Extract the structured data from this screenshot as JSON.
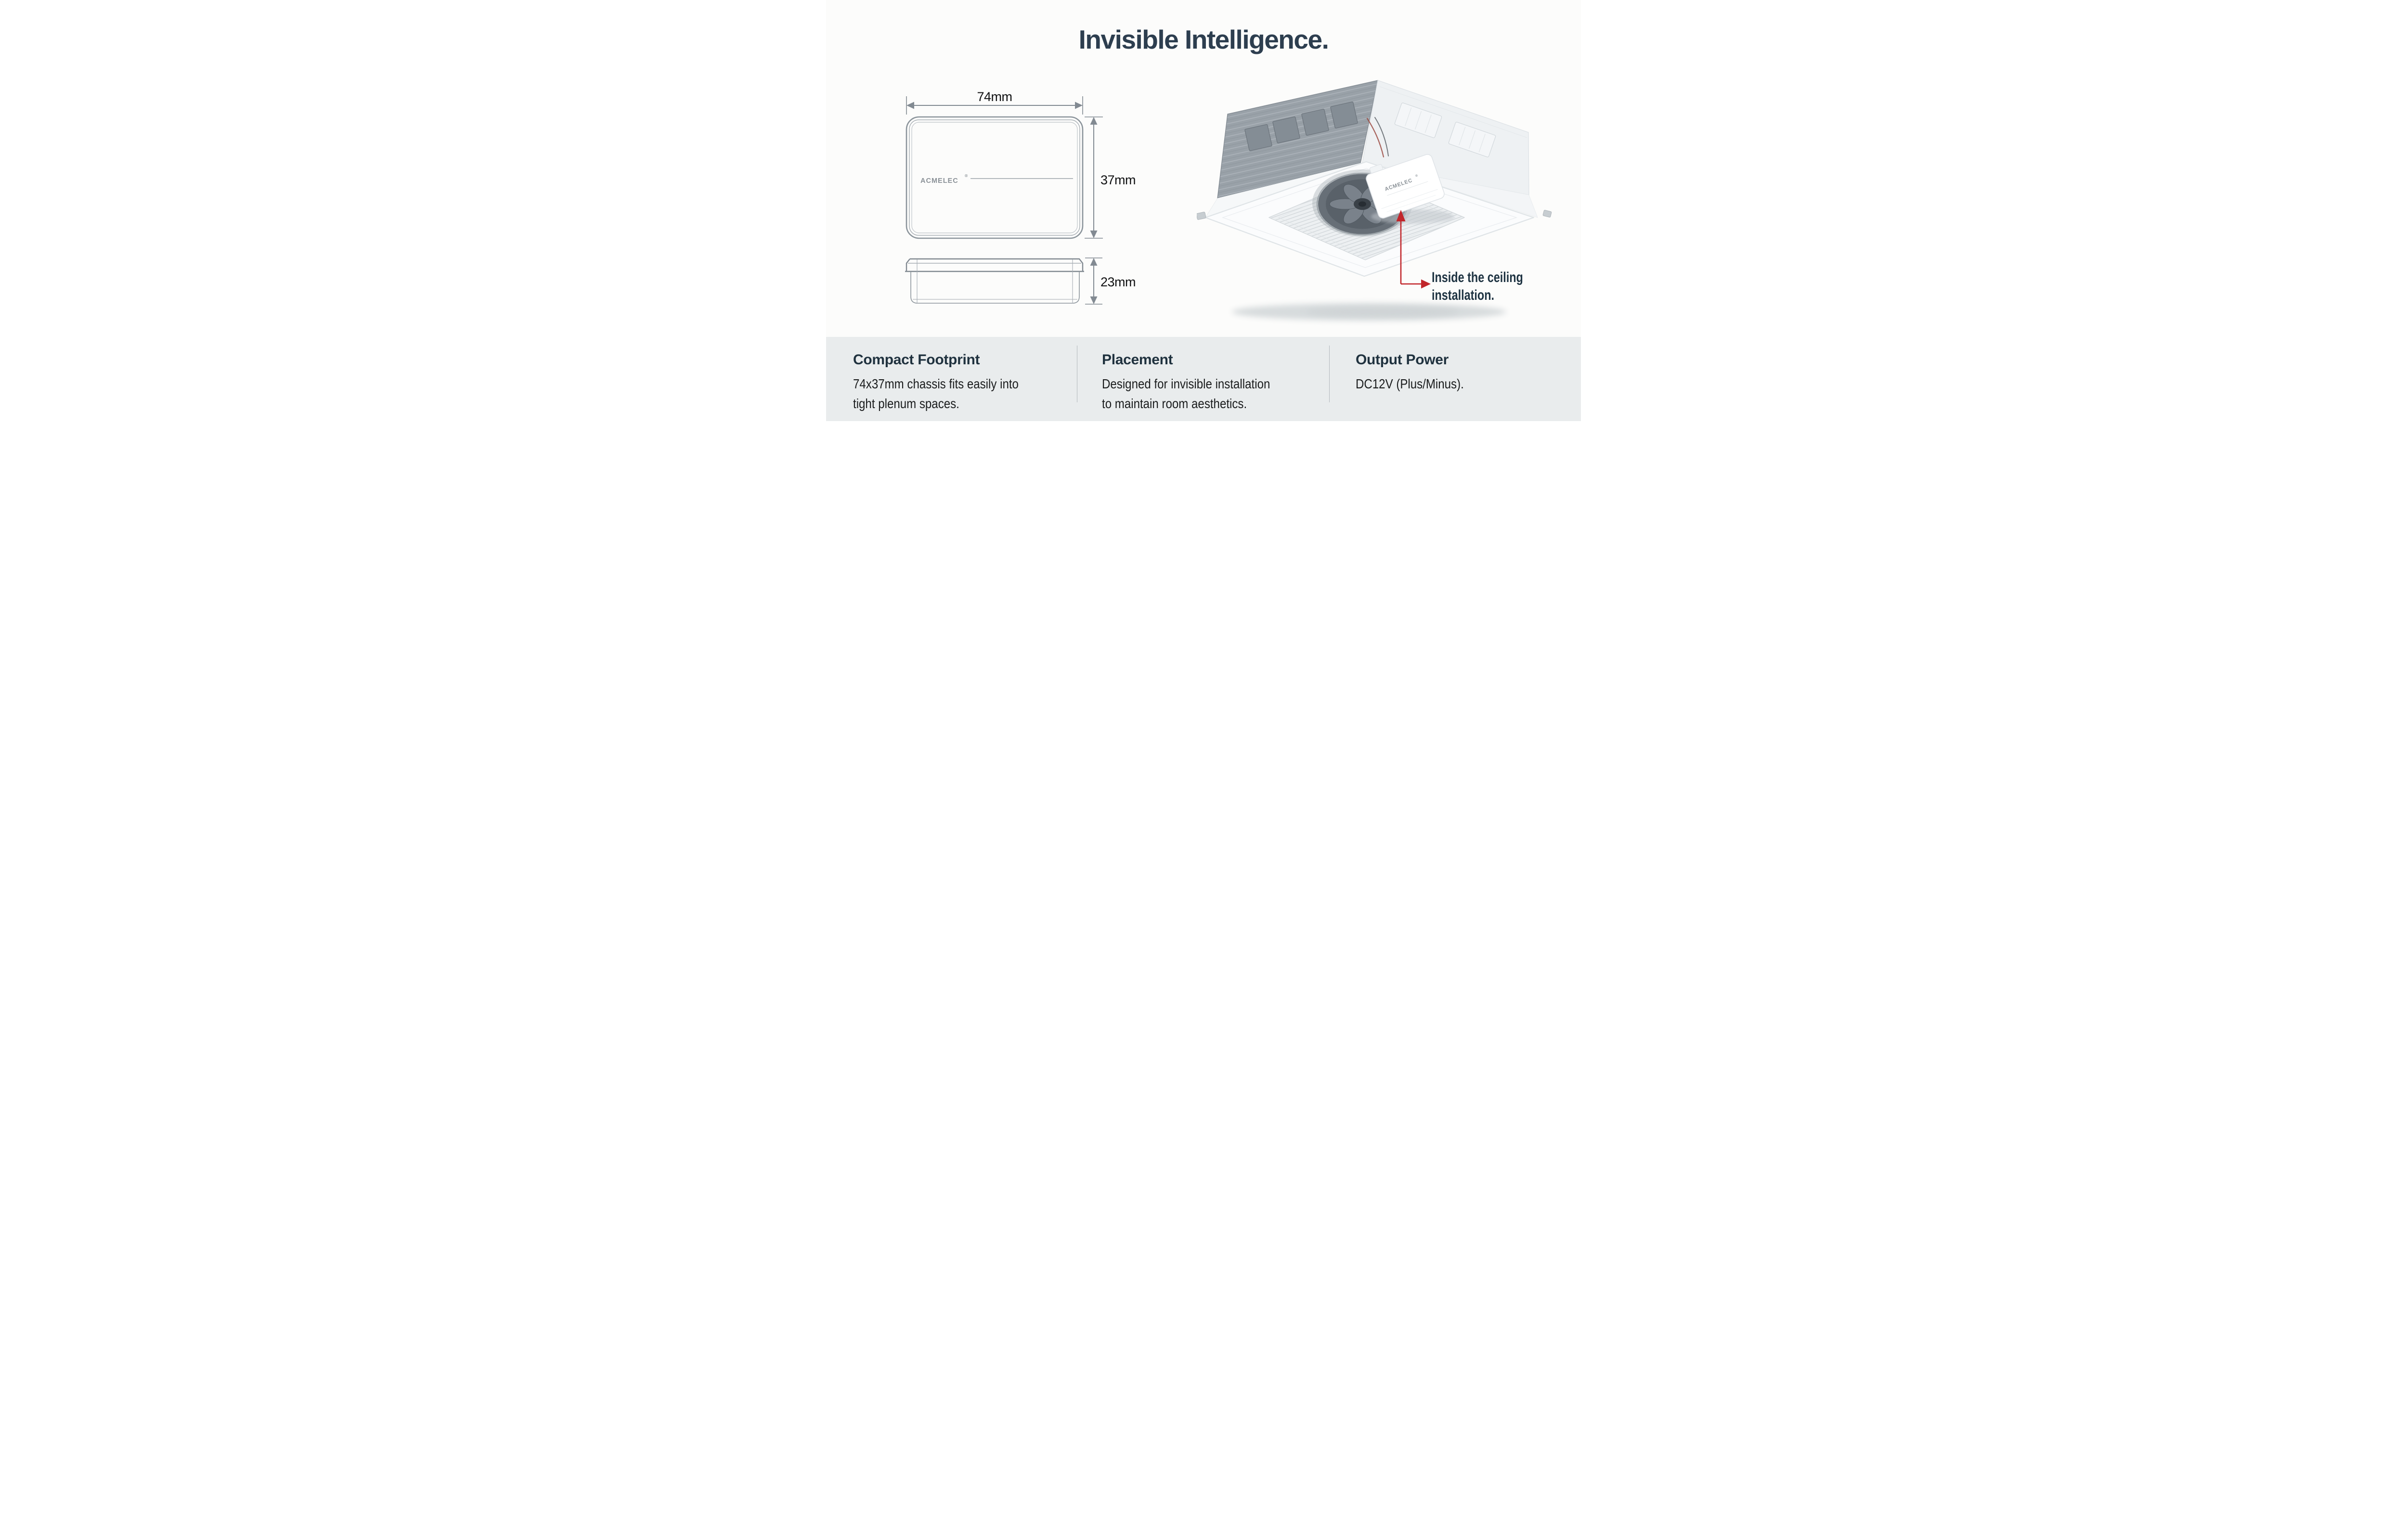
{
  "title": "Invisible Intelligence.",
  "diagram": {
    "width_label": "74mm",
    "height_label": "37mm",
    "depth_label": "23mm",
    "logo": "ACMELEC",
    "logo_reg": "®"
  },
  "unit": {
    "box_logo": "ACMELEC",
    "box_logo_reg": "®",
    "callout_line1": "Inside the ceiling",
    "callout_line2": "installation."
  },
  "footer": {
    "columns": [
      {
        "heading": "Compact Footprint",
        "lines": [
          "74x37mm chassis fits easily into",
          "tight plenum spaces."
        ]
      },
      {
        "heading": "Placement",
        "lines": [
          "Designed for invisible installation",
          "to maintain room aesthetics."
        ]
      },
      {
        "heading": "Output Power",
        "lines": [
          "DC12V (Plus/Minus).",
          ""
        ]
      }
    ]
  },
  "colors": {
    "accent_red": "#c1262b",
    "heading_navy": "#2d3e4f",
    "callout_navy": "#1e3342",
    "body_text": "#1a1c1d",
    "drawing_line_gray": "#828a92",
    "logo_gray": "#8a9197",
    "footer_bg": "#e9eced",
    "coil_gray": "#99a1a8"
  }
}
